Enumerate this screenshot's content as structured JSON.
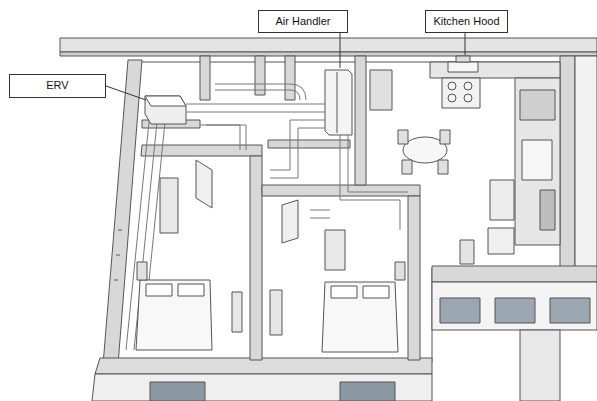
{
  "diagram": {
    "nodes": [
      {
        "text": [
          "Air Handler"
        ]
      },
      {
        "text": [
          "Kitchen Hood"
        ]
      },
      {
        "text": [
          "ERV"
        ]
      }
    ]
  }
}
